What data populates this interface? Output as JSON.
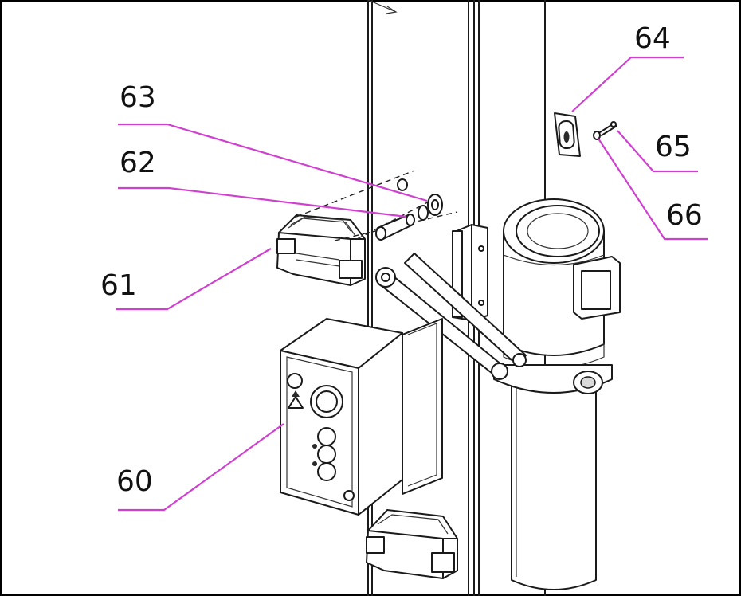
{
  "diagram": {
    "callouts": [
      {
        "id": "c60",
        "label": "60",
        "part": "control-box"
      },
      {
        "id": "c61",
        "label": "61",
        "part": "upper-pulley-block"
      },
      {
        "id": "c62",
        "label": "62",
        "part": "pin"
      },
      {
        "id": "c63",
        "label": "63",
        "part": "nut-washer"
      },
      {
        "id": "c64",
        "label": "64",
        "part": "bracket-plate"
      },
      {
        "id": "c65",
        "label": "65",
        "part": "screw"
      },
      {
        "id": "c66",
        "label": "66",
        "part": "washer"
      }
    ],
    "colors": {
      "leader_line": "#d040d0",
      "line_art": "#1a1a1a",
      "frame_border": "#000000",
      "background": "#ffffff"
    }
  }
}
